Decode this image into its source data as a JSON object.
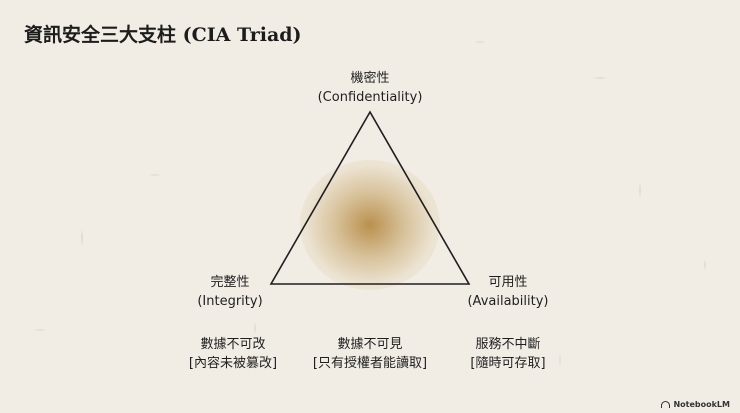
{
  "title": "資訊安全三大支柱 (CIA Triad)",
  "vertices": {
    "top": {
      "name": "機密性",
      "english": "(Confidentiality)"
    },
    "left": {
      "name": "完整性",
      "english": "(Integrity)"
    },
    "right": {
      "name": "可用性",
      "english": "(Availability)"
    }
  },
  "threats": {
    "integrity": {
      "line1": "數據不可改",
      "line2": "[內容未被篡改]"
    },
    "confidentiality": {
      "line1": "數據不可見",
      "line2": "[只有授權者能讀取]"
    },
    "availability": {
      "line1": "服務不中斷",
      "line2": "[隨時可存取]"
    }
  },
  "footer": {
    "brand": "NotebookLM"
  },
  "colors": {
    "background": "#f1ede5",
    "glow": "#b08034",
    "line": "#1f1f1f"
  }
}
